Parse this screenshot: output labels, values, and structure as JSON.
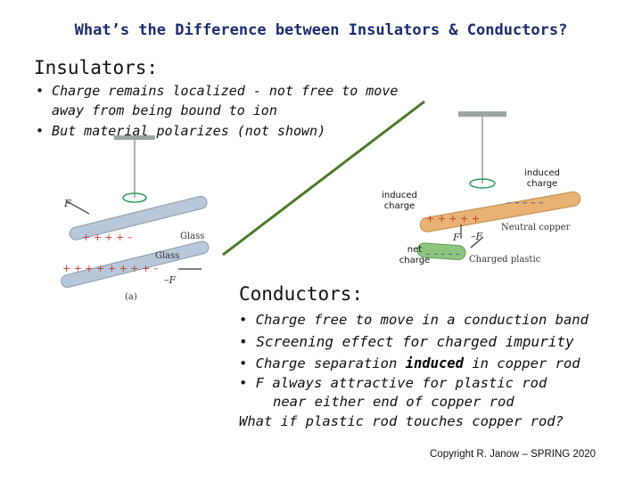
{
  "title": "What’s the Difference between Insulators & Conductors?",
  "insulators": {
    "heading": "Insulators:",
    "bullet1_line1": "• Charge remains localized - not free to move",
    "bullet1_line2": "away from being bound to ion",
    "bullet2": "• But material polarizes (not shown)"
  },
  "figure_labels": {
    "induced_left": [
      "induced",
      "charge"
    ],
    "induced_right": [
      "induced",
      "charge"
    ],
    "net_charge": [
      "net",
      "charge"
    ],
    "glass_upper": "Glass",
    "glass_lower": "Glass",
    "neutral_copper": "Neutral copper",
    "charged_plastic": "Charged plastic",
    "part_label": "(a)",
    "force_F": "F",
    "force_minus_F": "–F"
  },
  "conductors": {
    "heading": "Conductors:",
    "b1": "• Charge free to move in a conduction band",
    "b2": "• Screening effect for charged impurity",
    "b3_pre": "• Charge separation ",
    "b3_em": "induced",
    "b3_post": " in copper rod",
    "b4_line1": "• F always attractive for plastic rod",
    "b4_line2": "near either end of copper rod",
    "question": "What if plastic rod touches copper rod?"
  },
  "copyright": "Copyright R. Janow – SPRING 2020",
  "colors": {
    "title": "#1c2d6e",
    "divider": "#4e7a2a",
    "glass": "#b8c7d9",
    "copper": "#e7b274",
    "plastic": "#8fc67f",
    "arrow": "#2a9a5a"
  }
}
